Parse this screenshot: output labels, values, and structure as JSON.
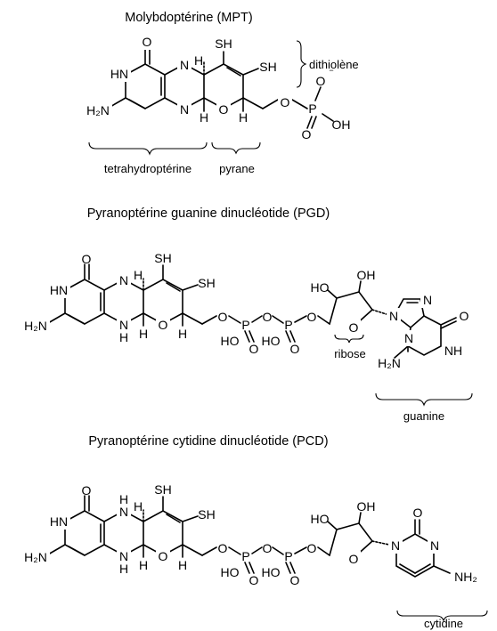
{
  "titles": {
    "mpt": "Molybdoptérine (MPT)",
    "pgd": "Pyranoptérine guanine dinucléotide (PGD)",
    "pcd": "Pyranoptérine cytidine dinucléotide (PCD)"
  },
  "labels": {
    "dithiolene": "dithiolène",
    "tetrahydropterine": "tetrahydroptérine",
    "pyrane": "pyrane",
    "ribose": "ribose",
    "guanine": "guanine",
    "cytidine": "cytidine"
  },
  "atoms": {
    "O": "O",
    "HN": "HN",
    "H2N": "H₂N",
    "N": "N",
    "H": "H",
    "SH": "SH",
    "P": "P",
    "OH": "OH",
    "HO": "HO",
    "NH": "NH",
    "NH2": "NH₂",
    "minus": "−"
  }
}
